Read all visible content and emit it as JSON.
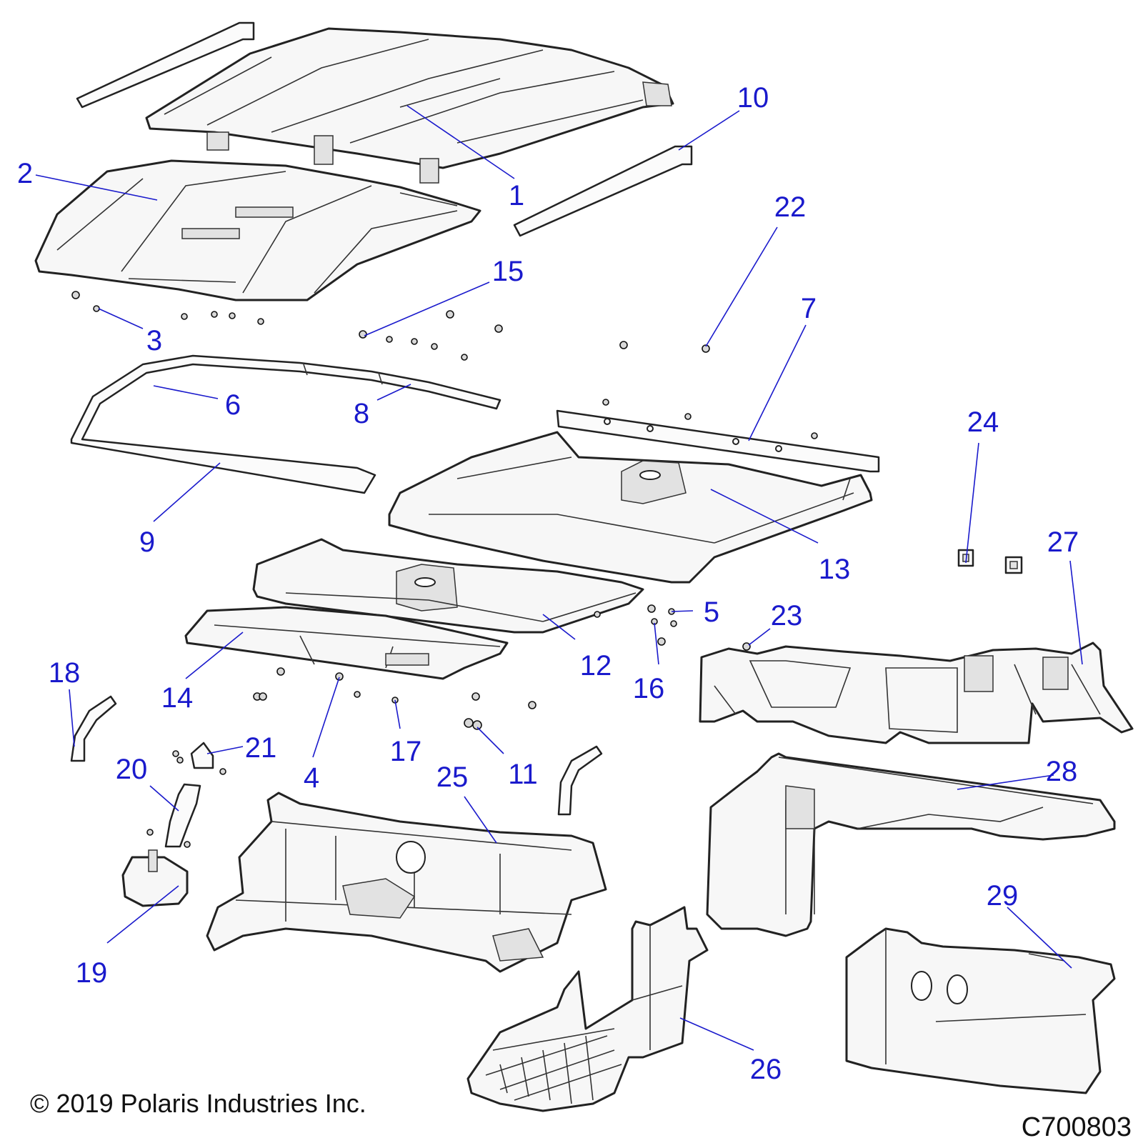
{
  "callouts": [
    {
      "id": "1",
      "label": "1"
    },
    {
      "id": "2",
      "label": "2"
    },
    {
      "id": "3",
      "label": "3"
    },
    {
      "id": "4",
      "label": "4"
    },
    {
      "id": "5",
      "label": "5"
    },
    {
      "id": "6",
      "label": "6"
    },
    {
      "id": "7",
      "label": "7"
    },
    {
      "id": "8",
      "label": "8"
    },
    {
      "id": "9",
      "label": "9"
    },
    {
      "id": "10",
      "label": "10"
    },
    {
      "id": "11",
      "label": "11"
    },
    {
      "id": "12",
      "label": "12"
    },
    {
      "id": "13",
      "label": "13"
    },
    {
      "id": "14",
      "label": "14"
    },
    {
      "id": "15",
      "label": "15"
    },
    {
      "id": "16",
      "label": "16"
    },
    {
      "id": "17",
      "label": "17"
    },
    {
      "id": "18",
      "label": "18"
    },
    {
      "id": "19",
      "label": "19"
    },
    {
      "id": "20",
      "label": "20"
    },
    {
      "id": "21",
      "label": "21"
    },
    {
      "id": "22",
      "label": "22"
    },
    {
      "id": "23",
      "label": "23"
    },
    {
      "id": "24",
      "label": "24"
    },
    {
      "id": "25",
      "label": "25"
    },
    {
      "id": "26",
      "label": "26"
    },
    {
      "id": "27",
      "label": "27"
    },
    {
      "id": "28",
      "label": "28"
    },
    {
      "id": "29",
      "label": "29"
    }
  ],
  "copyright": "© 2019 Polaris Industries Inc.",
  "figure_code": "C700803",
  "colors": {
    "callout": "#1a1acc",
    "line": "#222222",
    "part_fill": "#f7f7f7"
  }
}
